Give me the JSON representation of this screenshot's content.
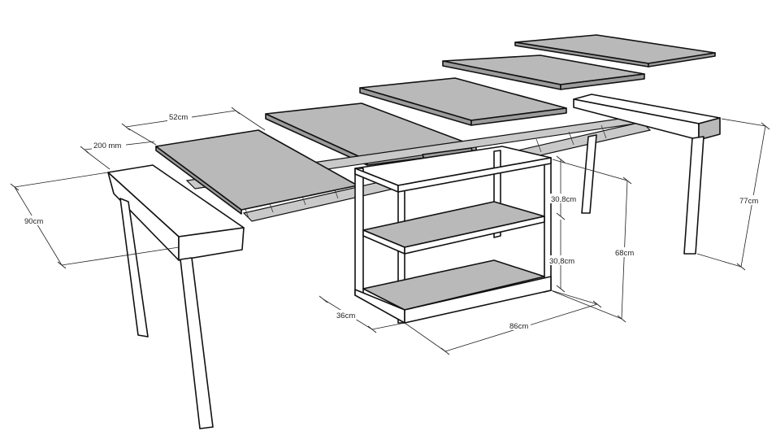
{
  "dimensions": {
    "plank_width": "52cm",
    "plank_spacing": "200 mm",
    "depth": "90cm",
    "shelf_gap_upper": "30,8cm",
    "shelf_gap_lower": "30,8cm",
    "cabinet_height": "68cm",
    "table_height": "77cm",
    "cabinet_depth": "36cm",
    "cabinet_width": "86cm"
  }
}
